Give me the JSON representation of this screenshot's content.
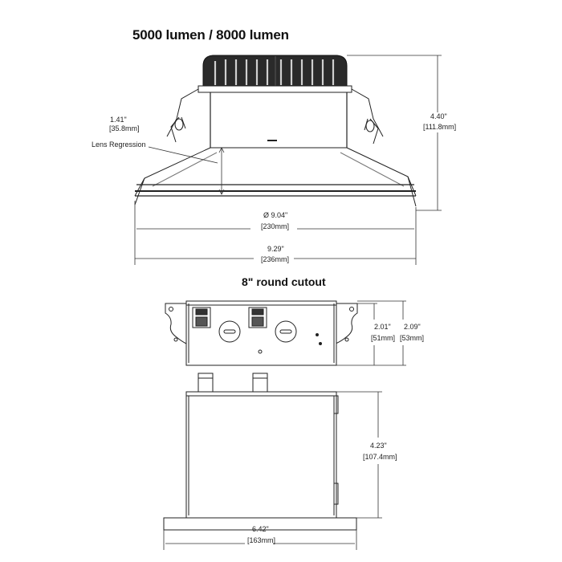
{
  "titles": {
    "lumen": "5000 lumen / 8000 lumen",
    "cutout": "8\" round cutout"
  },
  "dimensions": {
    "lens_regression": {
      "in": "1.41\"",
      "mm": "[35.8mm]",
      "label": "Lens Regression"
    },
    "height_total": {
      "in": "4.40\"",
      "mm": "[111.8mm]"
    },
    "diameter_inner": {
      "in": "Ø 9.04\"",
      "mm": "[230mm]"
    },
    "diameter_outer": {
      "in": "9.29\"",
      "mm": "[236mm]"
    },
    "box_height_a": {
      "in": "2.01\"",
      "mm": "[51mm]"
    },
    "box_height_b": {
      "in": "2.09\"",
      "mm": "[53mm]"
    },
    "box_depth": {
      "in": "4.23\"",
      "mm": "[107.4mm]"
    },
    "box_width": {
      "in": "6.42\"",
      "mm": "[163mm]"
    }
  }
}
